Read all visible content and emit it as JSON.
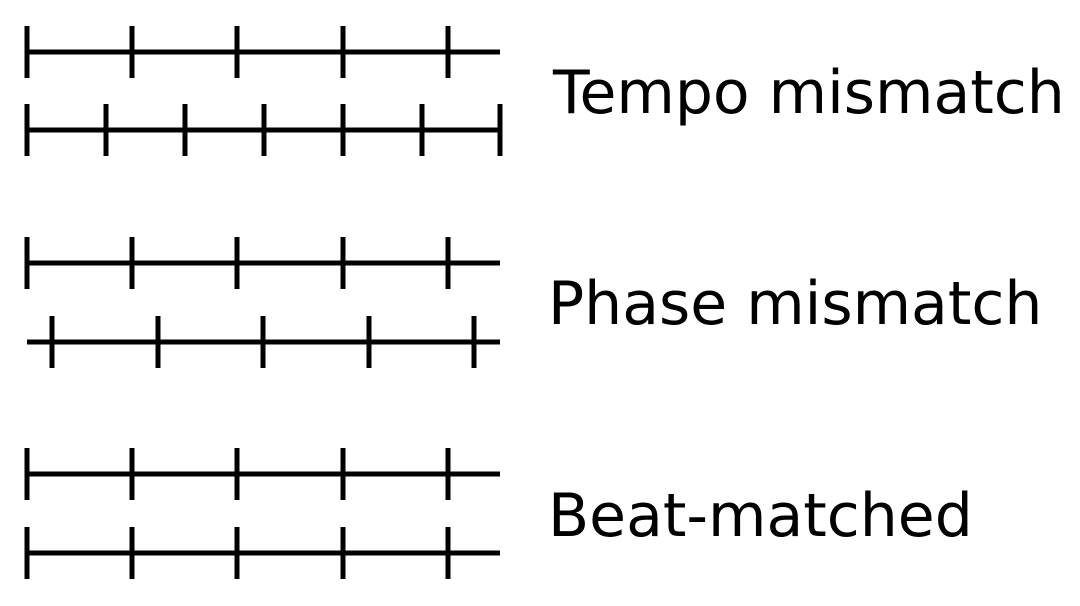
{
  "diagram": {
    "rows": [
      {
        "label": "Tempo mismatch",
        "top_track_ticks": 5,
        "bottom_track_ticks": 7,
        "relation": "tempo mismatch"
      },
      {
        "label": "Phase mismatch",
        "top_track_ticks": 5,
        "bottom_track_ticks": 5,
        "relation": "phase offset"
      },
      {
        "label": "Beat-matched",
        "top_track_ticks": 5,
        "bottom_track_ticks": 5,
        "relation": "aligned"
      }
    ],
    "colors": {
      "stroke": "#000000",
      "text": "#000000",
      "background": "#ffffff"
    }
  }
}
